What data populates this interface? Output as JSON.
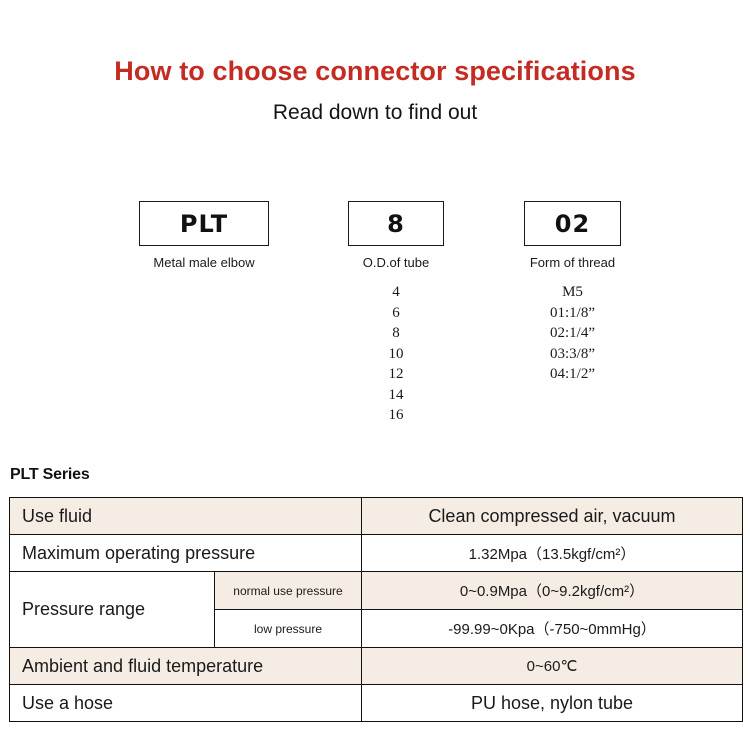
{
  "header": {
    "title": "How to choose connector specifications",
    "subtitle": "Read down to find out"
  },
  "accent_colors": {
    "title_red": "#C42B22",
    "table_tint": "#F5EDE3",
    "table_border": "#111111",
    "text": "#1A1A1A"
  },
  "code_breakdown": {
    "columns": [
      {
        "code": "PLT",
        "caption": "Metal male elbow",
        "options": []
      },
      {
        "code": "8",
        "caption": "O.D.of tube",
        "options": [
          "4",
          "6",
          "8",
          "10",
          "12",
          "14",
          "16"
        ]
      },
      {
        "code": "02",
        "caption": "Form of thread",
        "options": [
          "M5",
          "01:1/8”",
          "02:1/4”",
          "03:3/8”",
          "04:1/2”"
        ]
      }
    ]
  },
  "spec_table": {
    "series_label": "PLT Series",
    "rows": [
      {
        "label": "Use fluid",
        "sub_label": null,
        "value": "Clean compressed air, vacuum"
      },
      {
        "label": "Maximum operating pressure",
        "sub_label": null,
        "value": "1.32Mpa（13.5kgf/cm²）"
      },
      {
        "label": "Pressure range",
        "sub_label": "normal use pressure",
        "value": "0~0.9Mpa（0~9.2kgf/cm²）"
      },
      {
        "label": "",
        "sub_label": "low pressure",
        "value": "-99.99~0Kpa（-750~0mmHg）"
      },
      {
        "label": "Ambient and fluid temperature",
        "sub_label": null,
        "value": "0~60℃"
      },
      {
        "label": "Use a hose",
        "sub_label": null,
        "value": "PU hose, nylon tube"
      }
    ]
  }
}
